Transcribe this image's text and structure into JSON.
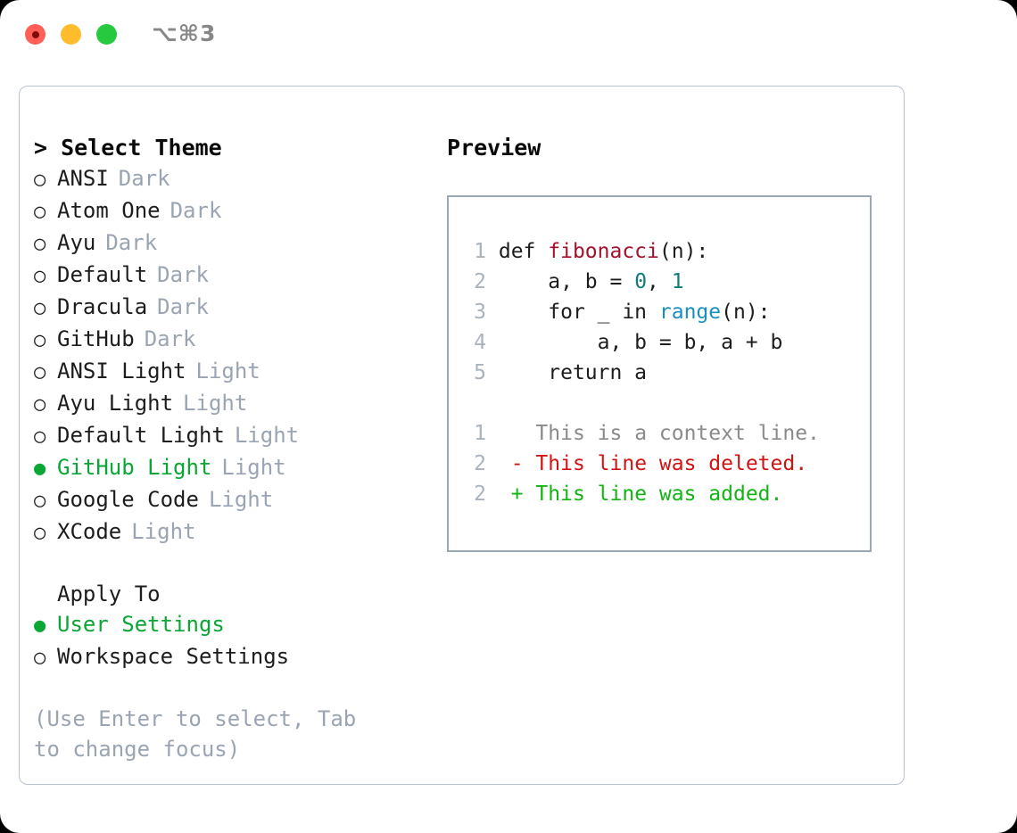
{
  "titlebar": {
    "shortcut": "⌥⌘3",
    "close_label": "close",
    "minimize_label": "minimize",
    "maximize_label": "maximize",
    "colors": {
      "close": "#ff5f56",
      "minimize": "#ffbd2e",
      "maximize": "#27c93f"
    }
  },
  "theme_list": {
    "heading": "> Select Theme",
    "caret": ">",
    "heading_text": "Select Theme",
    "marker_unselected": "○",
    "marker_selected": "●",
    "items": [
      {
        "marker": "○",
        "name": "ANSI",
        "variant": "Dark",
        "selected": false
      },
      {
        "marker": "○",
        "name": "Atom One",
        "variant": "Dark",
        "selected": false
      },
      {
        "marker": "○",
        "name": "Ayu",
        "variant": "Dark",
        "selected": false
      },
      {
        "marker": "○",
        "name": "Default",
        "variant": "Dark",
        "selected": false
      },
      {
        "marker": "○",
        "name": "Dracula",
        "variant": "Dark",
        "selected": false
      },
      {
        "marker": "○",
        "name": "GitHub",
        "variant": "Dark",
        "selected": false
      },
      {
        "marker": "○",
        "name": "ANSI Light",
        "variant": "Light",
        "selected": false
      },
      {
        "marker": "○",
        "name": "Ayu Light",
        "variant": "Light",
        "selected": false
      },
      {
        "marker": "○",
        "name": "Default Light",
        "variant": "Light",
        "selected": false
      },
      {
        "marker": "●",
        "name": "GitHub Light",
        "variant": "Light",
        "selected": true
      },
      {
        "marker": "○",
        "name": "Google Code",
        "variant": "Light",
        "selected": false
      },
      {
        "marker": "○",
        "name": "XCode",
        "variant": "Light",
        "selected": false
      }
    ]
  },
  "apply_to": {
    "heading": "Apply To",
    "items": [
      {
        "marker": "●",
        "name": "User Settings",
        "selected": true
      },
      {
        "marker": "○",
        "name": "Workspace Settings",
        "selected": false
      }
    ]
  },
  "hint": "(Use Enter to select, Tab to change focus)",
  "preview": {
    "title": "Preview",
    "code_lines": [
      {
        "no": "1",
        "parts": [
          {
            "t": "def ",
            "c": "plain"
          },
          {
            "t": "fibonacci",
            "c": "fn"
          },
          {
            "t": "(n):",
            "c": "plain"
          }
        ]
      },
      {
        "no": "2",
        "parts": [
          {
            "t": "    a, b = ",
            "c": "plain"
          },
          {
            "t": "0",
            "c": "num"
          },
          {
            "t": ", ",
            "c": "plain"
          },
          {
            "t": "1",
            "c": "num"
          }
        ]
      },
      {
        "no": "3",
        "parts": [
          {
            "t": "    for _ in ",
            "c": "plain"
          },
          {
            "t": "range",
            "c": "call"
          },
          {
            "t": "(n):",
            "c": "plain"
          }
        ]
      },
      {
        "no": "4",
        "parts": [
          {
            "t": "        a, b = b, a + b",
            "c": "plain"
          }
        ]
      },
      {
        "no": "5",
        "parts": [
          {
            "t": "    return a",
            "c": "plain"
          }
        ]
      }
    ],
    "diff_lines": [
      {
        "no": "1",
        "sign": " ",
        "text": "This is a context line.",
        "kind": "ctx"
      },
      {
        "no": "2",
        "sign": "-",
        "text": "This line was deleted.",
        "kind": "del"
      },
      {
        "no": "2",
        "sign": "+",
        "text": "This line was added.",
        "kind": "add"
      }
    ],
    "colors": {
      "function": "#a4112a",
      "number": "#0e7c7b",
      "builtin": "#1a8fbf",
      "diff_context": "#8a8a8a",
      "diff_deleted": "#d01313",
      "diff_added": "#13b413"
    }
  },
  "accent_color": "#0aa636",
  "muted_color": "#9aa4b2"
}
